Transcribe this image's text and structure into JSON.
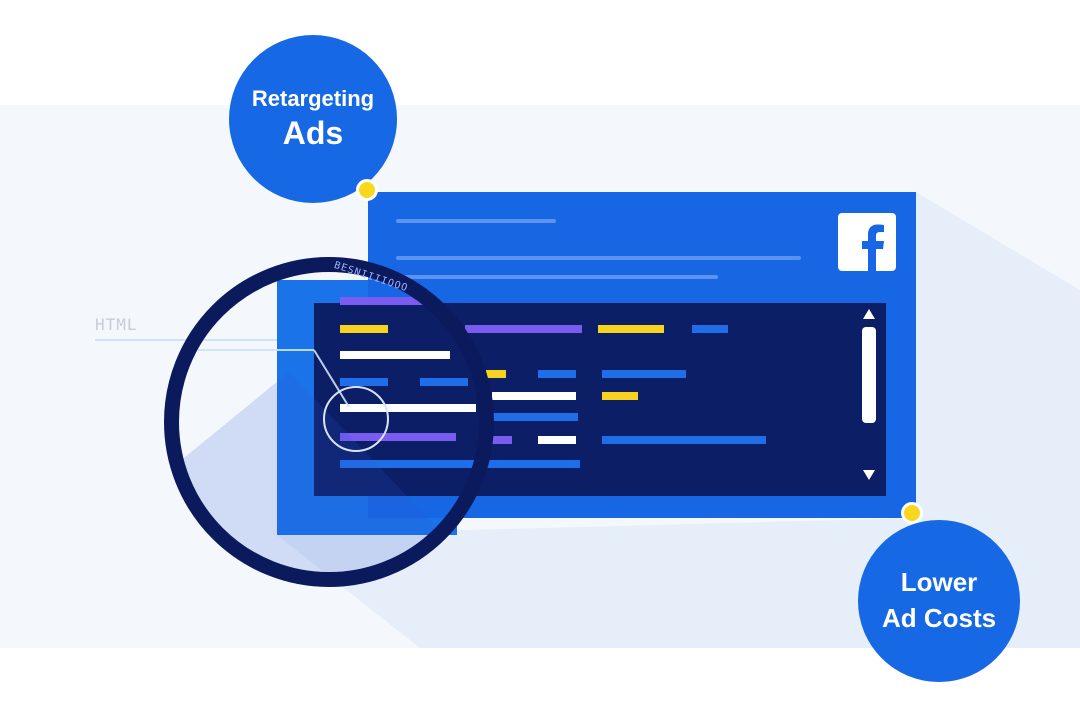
{
  "callouts": {
    "retargeting": {
      "line1": "Retargeting",
      "line2": "Ads"
    },
    "lower_costs": {
      "line1": "Lower",
      "line2": "Ad Costs"
    }
  },
  "code_window": {
    "label": "HTML",
    "magnifier_text": "BESNIIIIOOO"
  },
  "icons": {
    "brand": "facebook-logo-icon",
    "magnifier": "magnifying-glass-icon",
    "scroll_up": "scroll-up-arrow-icon",
    "scroll_down": "scroll-down-arrow-icon"
  },
  "colors": {
    "brand_blue": "#1766e4",
    "code_bg": "#0c1e66",
    "accent_yellow": "#f7d21e",
    "accent_purple": "#7a5cf0",
    "band_bg": "#f4f8fd"
  }
}
